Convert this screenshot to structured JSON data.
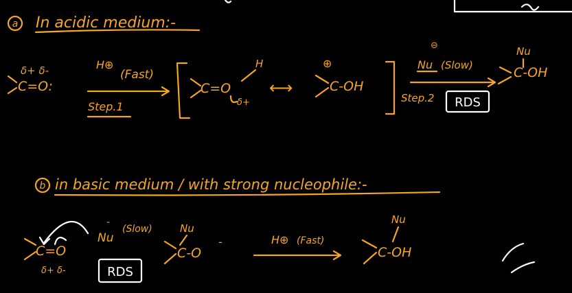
{
  "colors": {
    "background": "#000000",
    "ink_orange": "#F5A623",
    "ink_white": "#FFFFFF"
  },
  "section_a": {
    "marker": "a",
    "heading": "In acidic medium:-",
    "reactant": {
      "charges": "δ+ δ-",
      "group": "C=O:"
    },
    "arrow1": {
      "reagent": "H⊕",
      "condition": "(Fast)",
      "step": "Step.1"
    },
    "intermediate": {
      "h": "H",
      "form1": "C=O",
      "partial_charge": "δ+",
      "resonance": "⟷",
      "form2_charge": "⊕",
      "form2": "C-OH"
    },
    "arrow2": {
      "charge": "⊖",
      "reagent": "Nu",
      "condition": "(Slow)",
      "step": "Step.2",
      "rds": "RDS"
    },
    "product": {
      "nu": "Nu",
      "group": "C-OH"
    }
  },
  "section_b": {
    "marker": "b",
    "heading": "in basic medium / with strong nucleophile:-",
    "reactant": {
      "group": "C=O",
      "charges": "δ+ δ-"
    },
    "attack": {
      "charge": "-",
      "reagent": "Nu",
      "condition": "(Slow)",
      "rds": "RDS"
    },
    "intermediate": {
      "nu": "Nu",
      "group": "C-O",
      "charge": "-"
    },
    "arrow": {
      "reagent": "H⊕",
      "condition": "(Fast)"
    },
    "product": {
      "nu": "Nu",
      "group": "C-OH"
    }
  }
}
